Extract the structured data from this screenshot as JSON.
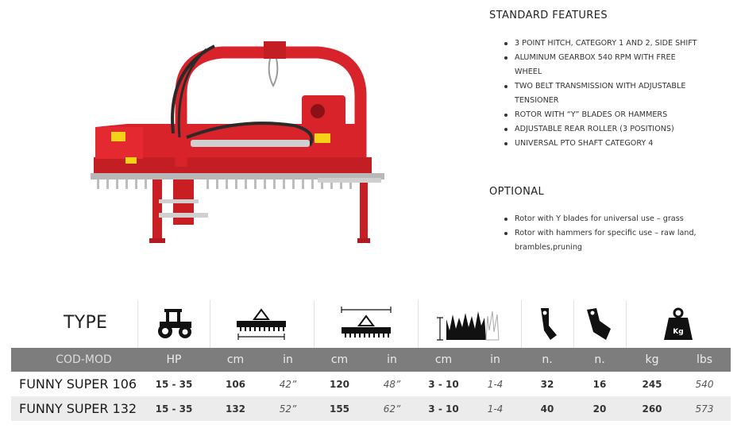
{
  "standard_features": {
    "title": "STANDARD FEATURES",
    "items": [
      "3 POINT HITCH, CATEGORY 1 AND 2, SIDE SHIFT",
      "ALUMINUM GEARBOX 540 RPM WITH FREE WHEEL",
      "TWO BELT TRANSMISSION WITH ADJUSTABLE TENSIONER",
      "ROTOR WITH “Y” BLADES OR HAMMERS",
      "ADJUSTABLE REAR ROLLER (3 POSITIONS)",
      "UNIVERSAL PTO SHAFT CATEGORY 4"
    ]
  },
  "optional": {
    "title": "OPTIONAL",
    "items": [
      "Rotor with Y blades for universal use – grass",
      "Rotor with hammers for specific use – raw land, brambles,pruning"
    ]
  },
  "table": {
    "type_title": "TYPE",
    "icons": [
      "tractor-icon",
      "working-width-icon",
      "total-width-icon",
      "cutting-height-icon",
      "y-blade-icon",
      "hammer-icon",
      "weight-icon"
    ],
    "weight_label": "Kg",
    "headers": [
      "COD-MOD",
      "HP",
      "cm",
      "in",
      "cm",
      "in",
      "cm",
      "in",
      "n.",
      "n.",
      "kg",
      "lbs"
    ],
    "rows": [
      [
        "FUNNY SUPER 106",
        "15 - 35",
        "106",
        "42”",
        "120",
        "48”",
        "3 - 10",
        "1-4",
        "32",
        "16",
        "245",
        "540"
      ],
      [
        "FUNNY SUPER 132",
        "15 - 35",
        "132",
        "52”",
        "155",
        "62”",
        "3 - 10",
        "1-4",
        "40",
        "20",
        "260",
        "573"
      ]
    ]
  },
  "colors": {
    "machine_red": "#d8232a",
    "header_gray": "#7d7d7d",
    "alt_row": "#ececec"
  }
}
